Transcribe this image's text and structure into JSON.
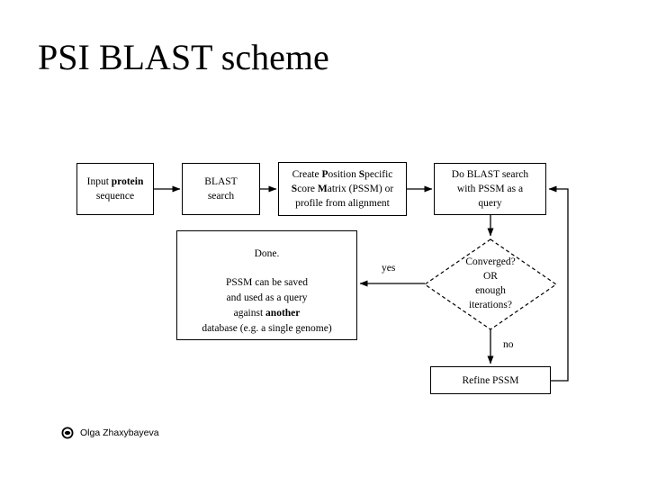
{
  "colors": {
    "ink": "#000000",
    "background": "#ffffff"
  },
  "slide": {
    "title": "PSI BLAST scheme"
  },
  "flowchart": {
    "input_box": {
      "l1a": "Input ",
      "l1b": "protein",
      "l2": "sequence"
    },
    "blast_box": {
      "l1": "BLAST",
      "l2": "search"
    },
    "create_box": {
      "l1a": "Create ",
      "l1b": "P",
      "l1c": "osition ",
      "l1d": "S",
      "l1e": "pecific",
      "l2a": "S",
      "l2b": "core ",
      "l2c": "M",
      "l2d": "atrix (PSSM) or",
      "l3": "profile from alignment"
    },
    "doblast_box": {
      "l1": "Do BLAST search",
      "l2": "with PSSM as a",
      "l3": "query"
    },
    "decision_diamond": {
      "l1": "Converged?",
      "l2": "OR",
      "l3": "enough",
      "l4": "iterations?"
    },
    "refine_box": {
      "label": "Refine PSSM"
    },
    "done_box": {
      "l1": "Done.",
      "l2": "PSSM can be saved",
      "l3": "and used as a query",
      "l4a": "against ",
      "l4b": "another",
      "l5": "database (e.g. a single genome)"
    },
    "edge_labels": {
      "yes": "yes",
      "no": "no"
    }
  },
  "footer": {
    "author": "Olga Zhaxybayeva"
  }
}
